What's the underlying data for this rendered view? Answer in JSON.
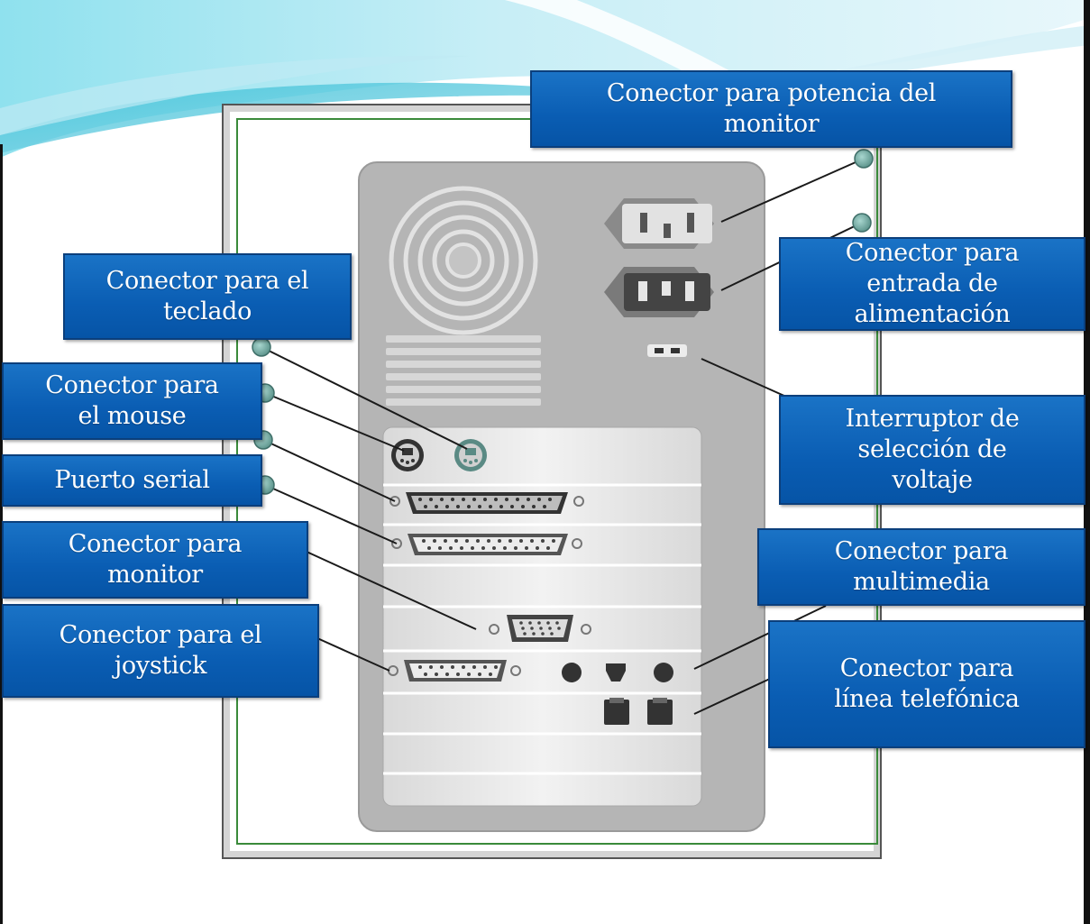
{
  "slide": {
    "colors": {
      "callout": "#0a5db3",
      "callout_border": "#0b3f7c",
      "case": "#b3b3b3",
      "panel": "#e6e6e6",
      "frame_green": "#3a8a3a",
      "wave_light": "#cdeef6",
      "wave_dark": "#5ab5d0"
    },
    "labels": {
      "potencia_monitor": "Conector para  potencia del\nmonitor",
      "entrada_alimentacion": "Conector para\nentrada de\nalimentación",
      "interruptor_voltaje": "Interruptor de\nselección de\nvoltaje",
      "teclado": "Conector para el\nteclado",
      "mouse": "Conector para\nel mouse",
      "serial": "Puerto serial",
      "monitor": "Conector para\nmonitor",
      "joystick": "Conector para el\njoystick",
      "multimedia": "Conector para\nmultimedia",
      "telefono": "Conector para\nlínea telefónica"
    }
  }
}
